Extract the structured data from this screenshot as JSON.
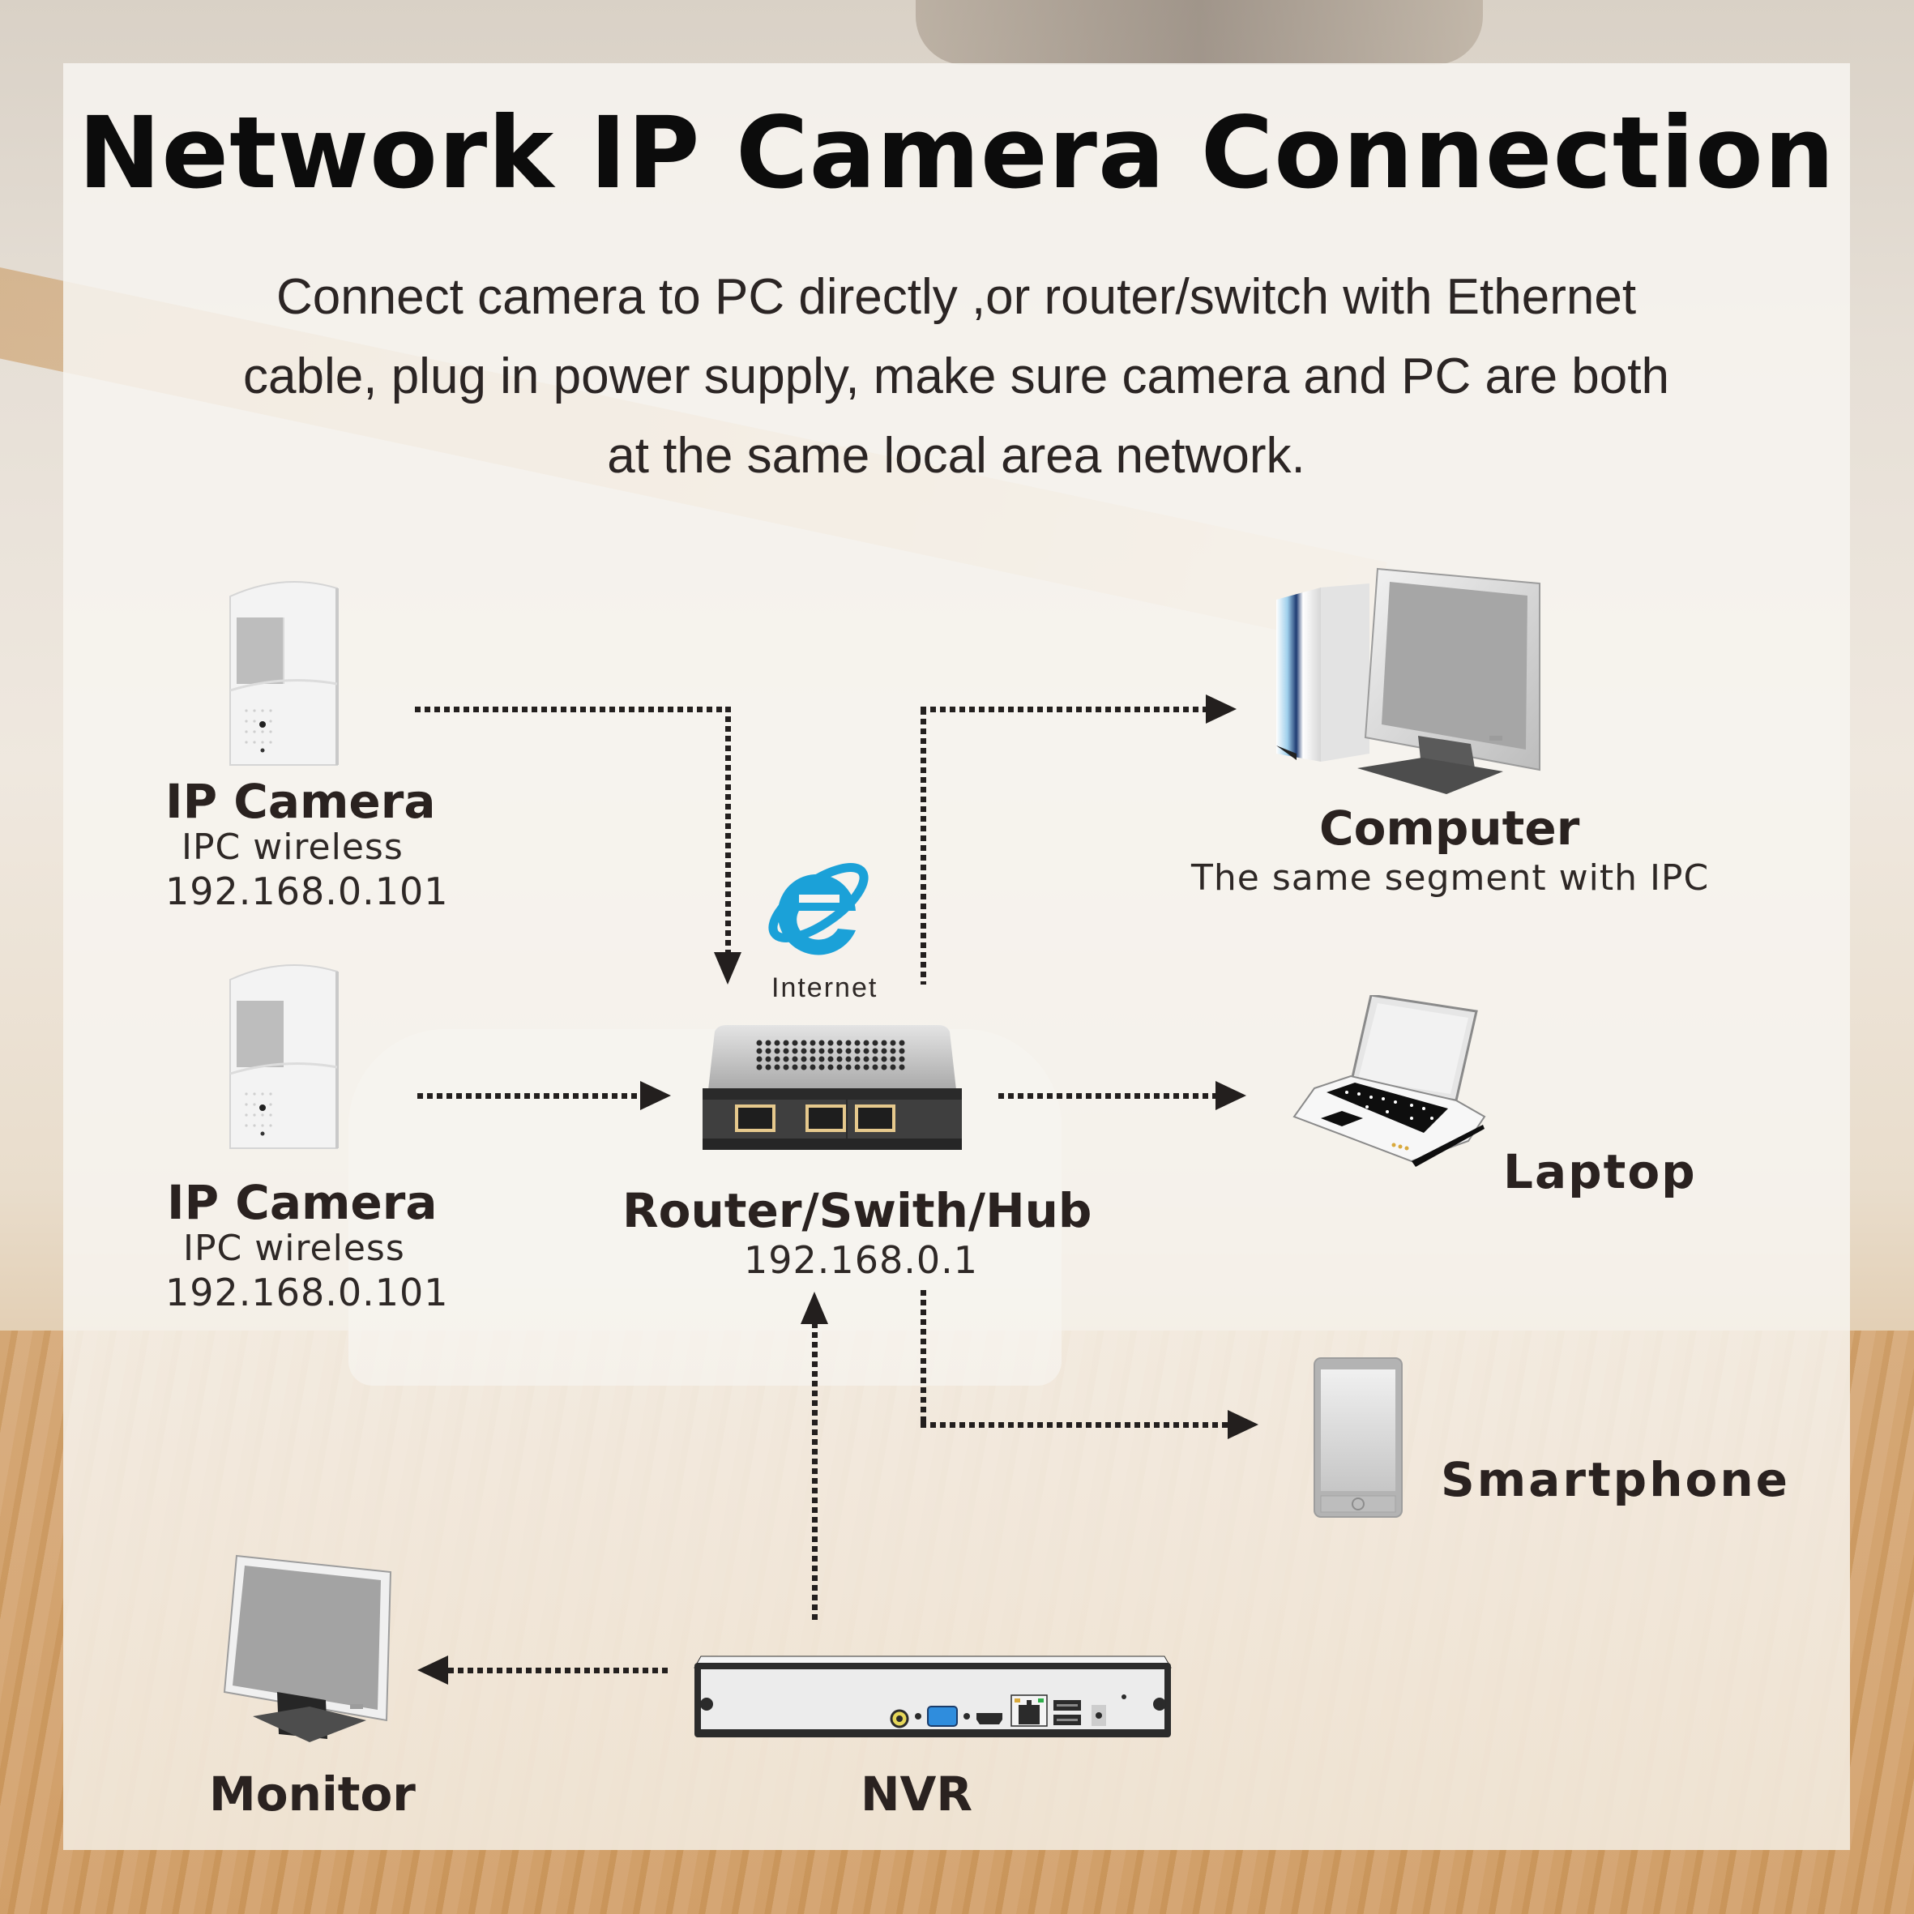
{
  "title": "Network IP Camera Connection",
  "description": {
    "lines": [
      "Connect camera to PC directly ,or router/switch with Ethernet",
      "cable, plug in power supply, make sure camera and PC are both",
      "at the same local area network."
    ]
  },
  "nodes": {
    "camera_1": {
      "name": "IP Camera",
      "type": "IPC wireless",
      "ip": "192.168.0.101",
      "icon": "pir-camera-icon"
    },
    "camera_2": {
      "name": "IP Camera",
      "type": "IPC wireless",
      "ip": "192.168.0.101",
      "icon": "pir-camera-icon"
    },
    "internet": {
      "name": "Internet",
      "icon": "internet-explorer-icon",
      "color": "#1ba1d8"
    },
    "router": {
      "name": "Router/Swith/Hub",
      "ip": "192.168.0.1",
      "icon": "router-icon",
      "ports": 3
    },
    "computer": {
      "name": "Computer",
      "note": "The same segment with IPC",
      "icon": "desktop-computer-icon"
    },
    "laptop": {
      "name": "Laptop",
      "icon": "laptop-icon"
    },
    "smartphone": {
      "name": "Smartphone",
      "icon": "smartphone-icon"
    },
    "monitor": {
      "name": "Monitor",
      "icon": "monitor-icon"
    },
    "nvr": {
      "name": "NVR",
      "icon": "nvr-icon",
      "ports": [
        "CVBS",
        "VGA",
        "HDMI",
        "LAN",
        "USB",
        "USB",
        "DC power"
      ]
    }
  },
  "connections": [
    {
      "from": "camera_1",
      "to": "router",
      "style": "dotted-arrow"
    },
    {
      "from": "camera_2",
      "to": "router",
      "style": "dotted-arrow"
    },
    {
      "from": "router",
      "to": "computer",
      "style": "dotted-arrow"
    },
    {
      "from": "router",
      "to": "laptop",
      "style": "dotted-arrow"
    },
    {
      "from": "router",
      "to": "smartphone",
      "style": "dotted-arrow"
    },
    {
      "from": "nvr",
      "to": "router",
      "style": "dotted-arrow"
    },
    {
      "from": "nvr",
      "to": "monitor",
      "style": "dotted-arrow"
    }
  ],
  "colors": {
    "text": "#231f1e",
    "title": "#0c0c0c",
    "ie_blue": "#1ba1d8",
    "panel": "#f7f4f0"
  }
}
